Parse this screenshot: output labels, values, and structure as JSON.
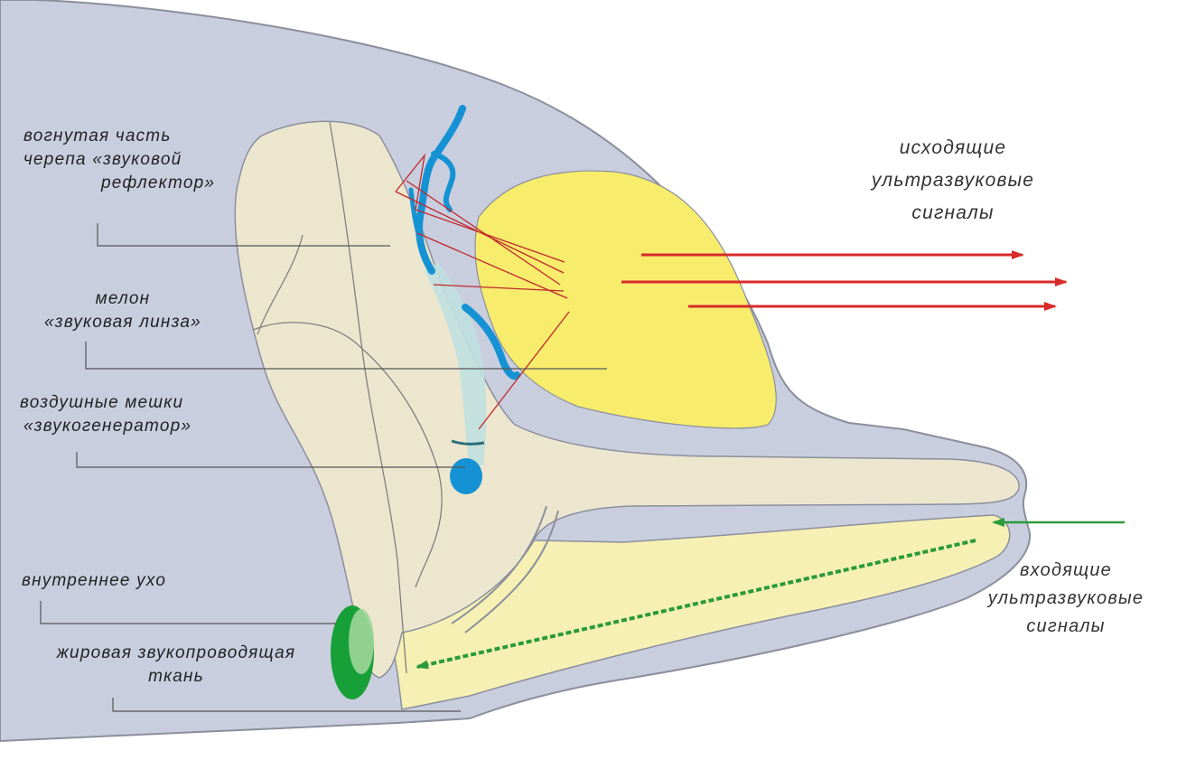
{
  "labels": {
    "skull_reflector": [
      "вогнутая часть",
      "черепа «звуковой",
      "рефлектор»"
    ],
    "melon": [
      "мелон",
      "«звуковая линза»"
    ],
    "air_sacs": [
      "воздушные мешки",
      "«звукогенератор»"
    ],
    "inner_ear": [
      "внутреннее ухо"
    ],
    "fat_tissue": [
      "жировая звукопроводящая",
      "ткань"
    ],
    "outgoing": [
      "исходящие",
      "ультразвуковые",
      "сигналы"
    ],
    "incoming": [
      "входящие",
      "ультразвуковые",
      "сигналы"
    ]
  },
  "colors": {
    "background": "#ffffff",
    "head": "#c9cedf",
    "head_outline": "#8b8f9c",
    "skull": "#ede6cf",
    "melon": "#f7ec6c",
    "jaw_fat": "#f6f0b4",
    "nasal_passage": "#1592d4",
    "ear": "#18a038",
    "outgoing_arrow": "#d92a2a",
    "incoming_arrow": "#2a9a3a",
    "leader_line": "#555555"
  }
}
